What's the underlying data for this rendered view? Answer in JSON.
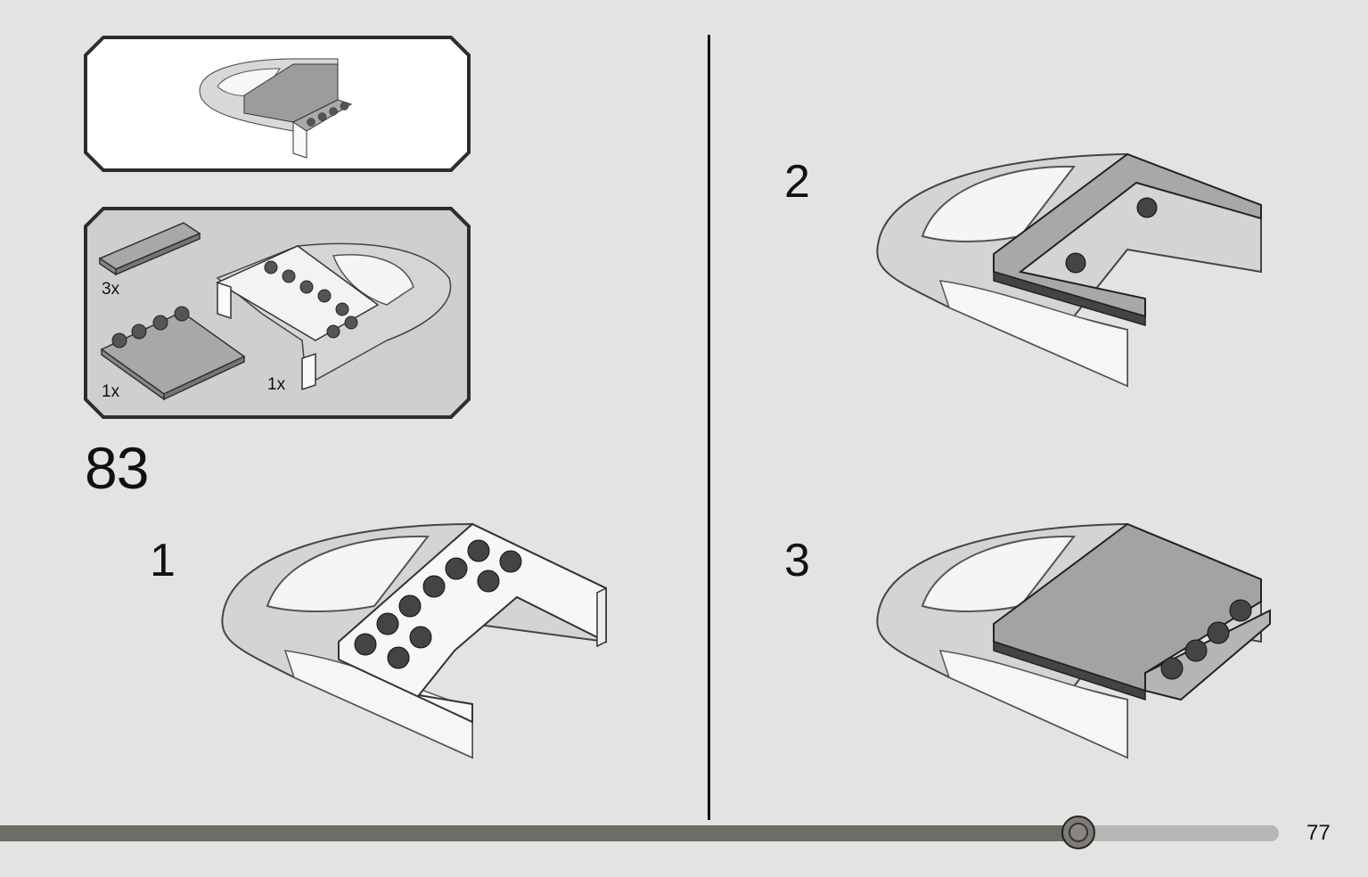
{
  "instruction": {
    "step_number": "83",
    "substeps": [
      "1",
      "2",
      "3"
    ],
    "parts": [
      {
        "qty": "3x",
        "name": "tile-1x4"
      },
      {
        "qty": "1x",
        "name": "plate-4x4-with-studs"
      },
      {
        "qty": "1x",
        "name": "canopy-wedge-piece"
      }
    ]
  },
  "footer": {
    "page_number": "77",
    "progress": 0.843
  },
  "colors": {
    "background": "#e3e3e3",
    "callout_bg": "#ffffff",
    "parts_bg": "#cfcfcf",
    "ink": "#111111"
  }
}
